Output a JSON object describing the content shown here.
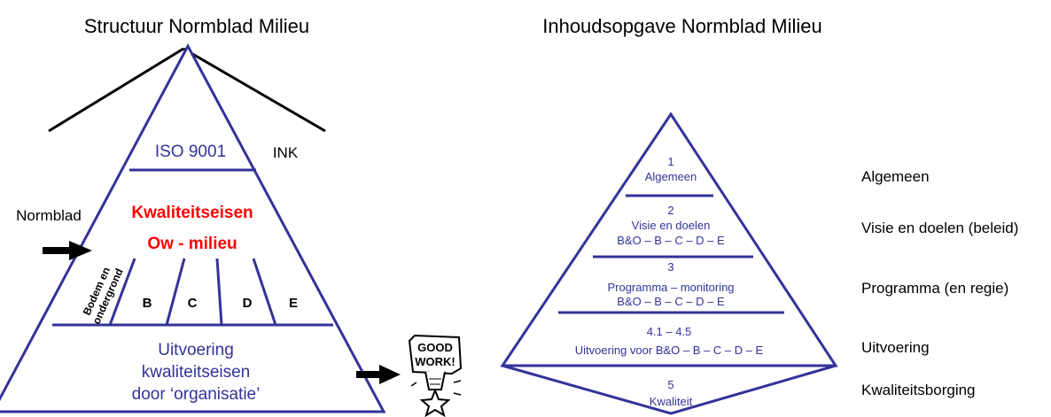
{
  "colors": {
    "outline": "#333399",
    "accent": "#ff0000",
    "text": "#000000"
  },
  "left": {
    "title": "Structuur Normblad Milieu",
    "top_label": "ISO 9001",
    "side_label": "INK",
    "input_label": "Normblad",
    "requirements_title": "Kwaliteitseisen",
    "requirements_subtitle": "Ow - milieu",
    "columns": [
      "B",
      "C",
      "D",
      "E"
    ],
    "first_column_lines": [
      "Bodem en",
      "ondergrond"
    ],
    "bottom_lines": [
      "Uitvoering",
      "kwaliteitseisen",
      "door ‘organisatie’"
    ],
    "badge_icon": "good-work-trophy-icon",
    "badge_lines": [
      "GOOD",
      "WORK!"
    ]
  },
  "right": {
    "title": "Inhoudsopgave Normblad Milieu",
    "levels": [
      {
        "lines": [
          "1",
          "Algemeen"
        ],
        "label": "Algemeen"
      },
      {
        "lines": [
          "2",
          "Visie en doelen",
          "B&O – B – C – D – E"
        ],
        "label": "Visie en doelen (beleid)"
      },
      {
        "lines": [
          "3",
          "Programma – monitoring",
          "B&O – B – C – D – E"
        ],
        "label": "Programma (en regie)"
      },
      {
        "lines": [
          "4.1 – 4.5",
          "Uitvoering voor B&O – B – C – D – E"
        ],
        "label": "Uitvoering"
      },
      {
        "lines": [
          "5",
          "Kwaliteit"
        ],
        "label": "Kwaliteitsborging"
      }
    ]
  }
}
